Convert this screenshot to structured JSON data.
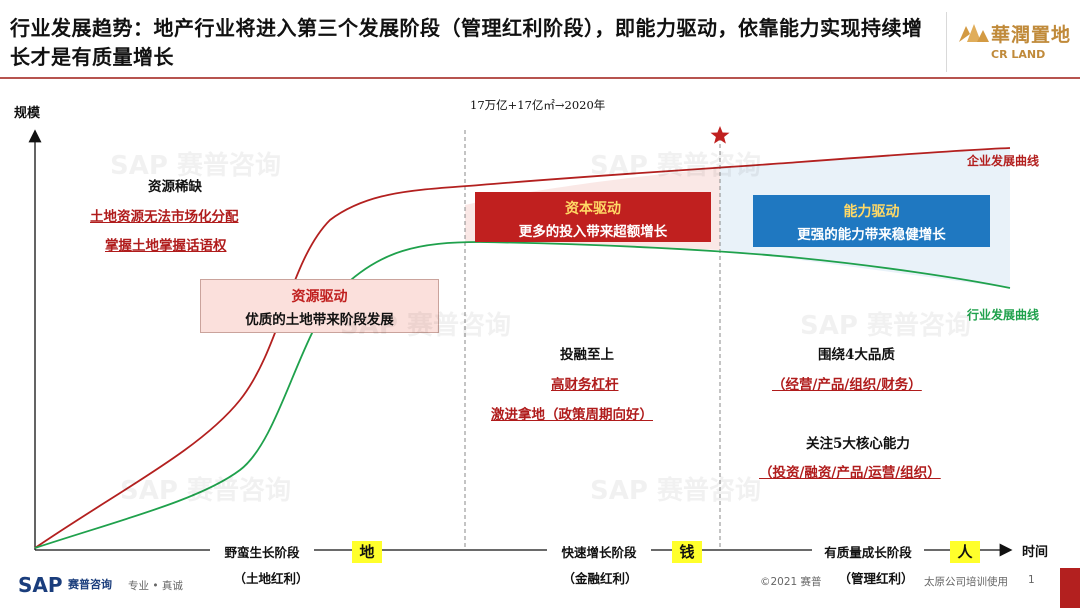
{
  "title": "行业发展趋势：地产行业将进入第三个发展阶段（管理红利阶段），即能力驱动，依靠能力实现持续增长才是有质量增长",
  "logo": {
    "cn": "華潤置地",
    "en": "CR LAND"
  },
  "axis": {
    "y_label": "规模",
    "x_label": "时间"
  },
  "top_note": "17万亿+17亿㎡→2020年",
  "curves": {
    "enterprise": "企业发展曲线",
    "industry": "行业发展曲线",
    "enterprise_color": "#b3201f",
    "industry_color": "#1fa14c"
  },
  "stage1": {
    "heading": "资源稀缺",
    "line1": "土地资源无法市场化分配",
    "line2": "掌握土地掌握话语权",
    "box_title": "资源驱动",
    "box_sub": "优质的土地带来阶段发展",
    "phase": "野蛮生长阶段",
    "badge": "地",
    "dividend": "（土地红利）"
  },
  "stage2": {
    "box_title": "资本驱动",
    "box_sub": "更多的投入带来超额增长",
    "heading": "投融至上",
    "line1": "高财务杠杆",
    "line2": "激进拿地（政策周期向好）",
    "phase": "快速增长阶段",
    "badge": "钱",
    "dividend": "（金融红利）"
  },
  "stage3": {
    "box_title": "能力驱动",
    "box_sub": "更强的能力带来稳健增长",
    "heading1": "围绕4大品质",
    "line1": "（经营/产品/组织/财务）",
    "heading2": "关注5大核心能力",
    "line2": "（投资/融资/产品/运营/组织）",
    "phase": "有质量成长阶段",
    "badge": "人",
    "dividend": "（管理红利）"
  },
  "watermark": "SAP 赛普咨询",
  "footer": {
    "brand": "SAP",
    "brand_cn": "赛普咨询",
    "slogan": "专业 • 真诚",
    "copyright": "©2021 赛普",
    "note": "太原公司培训使用",
    "page": "1"
  }
}
